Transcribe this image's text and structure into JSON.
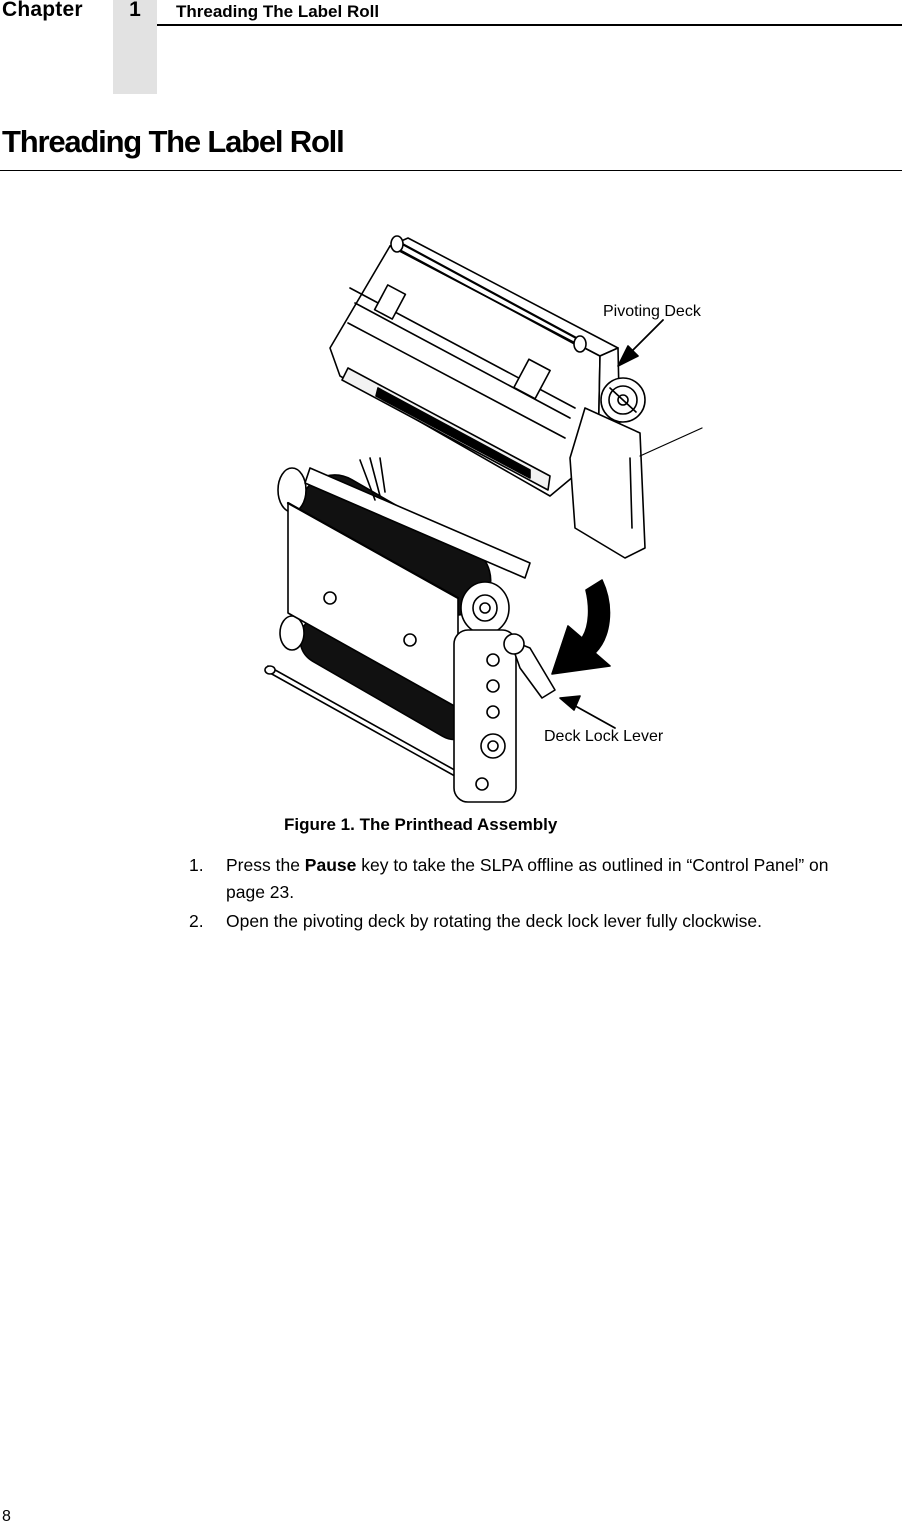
{
  "header": {
    "chapter_label": "Chapter",
    "chapter_number": "1",
    "running_title": "Threading The Label Roll"
  },
  "section": {
    "title": "Threading The Label Roll"
  },
  "figure": {
    "callouts": {
      "pivoting_deck": "Pivoting Deck",
      "deck_lock_lever": "Deck Lock Lever"
    },
    "caption": "Figure 1. The Printhead Assembly"
  },
  "steps": [
    {
      "number": "1.",
      "before": "Press the ",
      "bold": "Pause",
      "after": " key to take the SLPA offline as outlined in “Control Panel” on page 23."
    },
    {
      "number": "2.",
      "text": "Open the pivoting deck by rotating the deck lock lever fully clockwise."
    }
  ],
  "page_number": "8"
}
